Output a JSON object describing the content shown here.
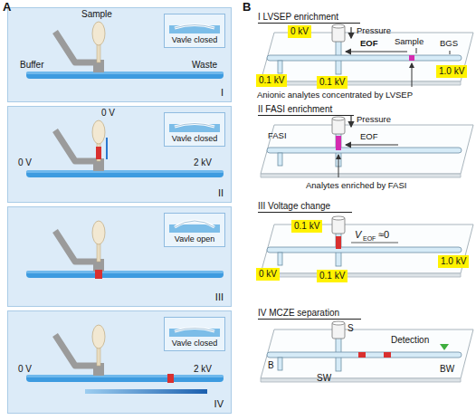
{
  "diagram": {
    "nodes": [
      {
        "text": [
          "I"
        ]
      },
      {
        "text": [
          "Vavle closed"
        ],
        "in": 0
      },
      {
        "text": [
          "II"
        ]
      },
      {
        "text": [
          "Vavle closed"
        ],
        "in": 2
      },
      {
        "text": [
          "III"
        ]
      },
      {
        "text": [
          "Vavle open"
        ],
        "in": 4
      },
      {
        "text": [
          "IV"
        ]
      },
      {
        "text": [
          "Vavle closed"
        ],
        "in": 6
      },
      {
        "text": [
          "0 kV"
        ]
      },
      {
        "text": [
          "1.0 kV"
        ]
      },
      {
        "text": [
          "0.1 kV"
        ]
      },
      {
        "text": [
          "0.1 kV"
        ]
      },
      {
        "text": [
          "0.1 kV"
        ]
      },
      {
        "text": [
          "1.0 kV"
        ]
      },
      {
        "text": [
          "0 kV"
        ]
      },
      {
        "text": [
          "0.1 kV"
        ]
      }
    ],
    "labels": [
      "A",
      "Sample",
      "Buffer",
      "Waste",
      "0 V",
      "0 V",
      "2 kV",
      "0 V",
      "2 kV",
      "B",
      "I LVSEP enrichment",
      "Pressure",
      "EOF",
      "Sample",
      "BGS",
      "Anionic analytes concentrated by LVSEP",
      "II FASI enrichment",
      "Pressure",
      "FASI",
      "EOF",
      "Analytes enriched by FASI",
      "III Voltage change",
      "V",
      "EOF",
      "≈0",
      "IV MCZE separation",
      "S",
      "B",
      "Detection",
      "SW",
      "BW"
    ]
  }
}
